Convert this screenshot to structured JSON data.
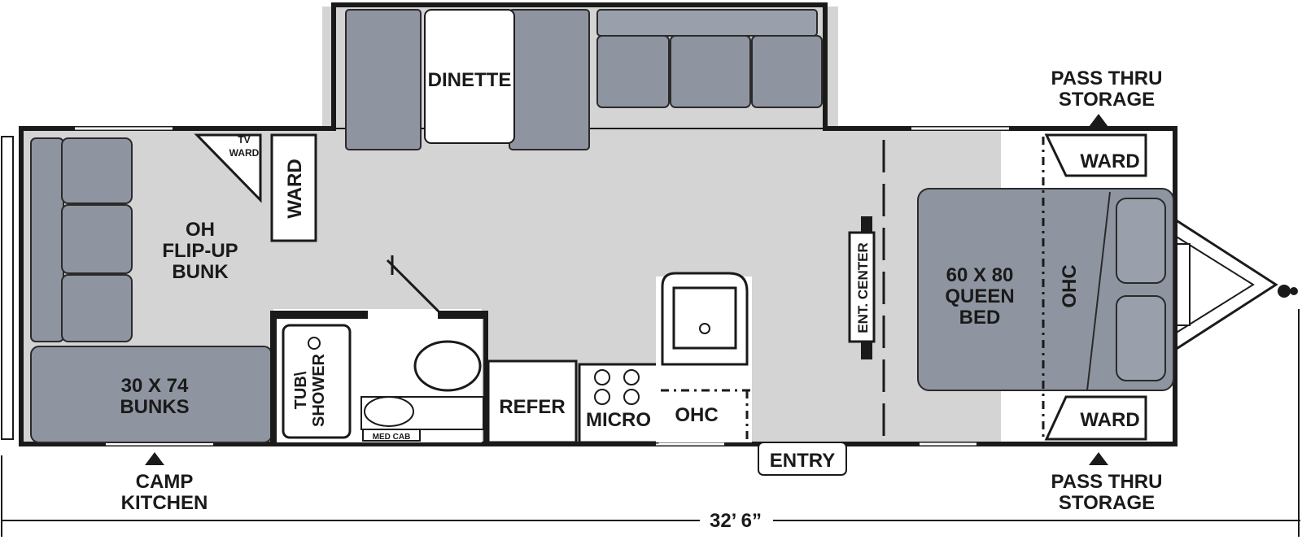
{
  "labels": {
    "dinette": "DINETTE",
    "tv_ward": [
      "TV",
      "WARD"
    ],
    "ward_front": "WARD",
    "oh_flip_up_bunk": [
      "OH",
      "FLIP-UP",
      "BUNK"
    ],
    "bunks": [
      "30 X 74",
      "BUNKS"
    ],
    "tub_shower": [
      "TUB\\",
      "SHOWER"
    ],
    "med_cab": "MED CAB",
    "refer": "REFER",
    "micro": "MICRO",
    "ohc_kitchen": "OHC",
    "ent_center": "ENT. CENTER",
    "queen_bed": [
      "60 X 80",
      "QUEEN",
      "BED"
    ],
    "ohc_bedroom": "OHC",
    "ward_top": "WARD",
    "ward_bottom": "WARD",
    "pass_thru_top": [
      "PASS THRU",
      "STORAGE"
    ],
    "pass_thru_bottom": [
      "PASS THRU",
      "STORAGE"
    ],
    "entry": "ENTRY",
    "camp_kitchen": [
      "CAMP",
      "KITCHEN"
    ],
    "length": "32’ 6”"
  },
  "colors": {
    "wall": "#1a1a1a",
    "floor": "#d4d4d4",
    "upholstery": "#8f95a0",
    "cabinet": "#ffffff"
  }
}
